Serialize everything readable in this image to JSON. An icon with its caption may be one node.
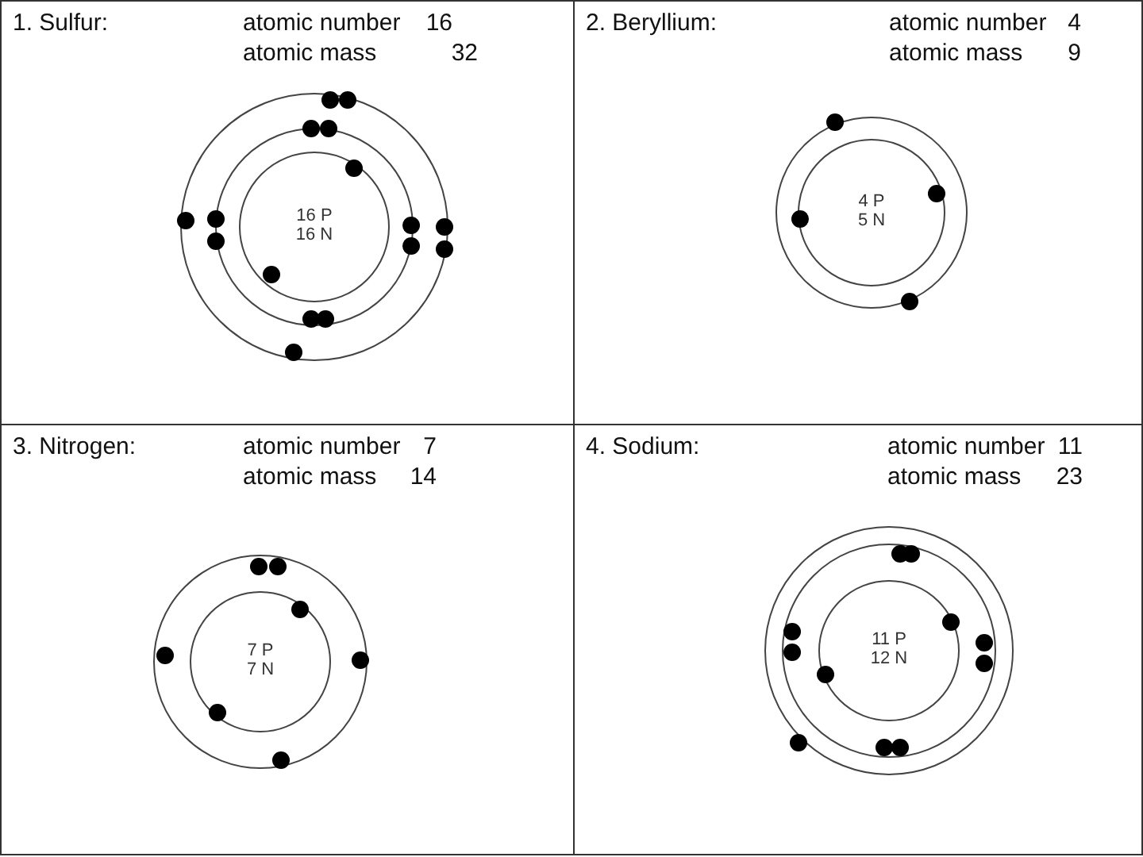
{
  "diagram": {
    "nodes": [
      {
        "text": [
          "1. Sulfur:",
          "atomic number",
          "16",
          "atomic mass",
          "32",
          "16 P",
          "16 N"
        ]
      },
      {
        "text": [
          "2. Beryllium:",
          "atomic number",
          "4",
          "atomic mass",
          "9",
          "4 P",
          "5 N"
        ]
      },
      {
        "text": [
          "3. Nitrogen:",
          "atomic number",
          "7",
          "atomic mass",
          "14",
          "7 P",
          "7 N"
        ]
      },
      {
        "text": [
          "4. Sodium:",
          "atomic number",
          "11",
          "atomic mass",
          "23",
          "11 P",
          "12 N"
        ]
      }
    ]
  }
}
